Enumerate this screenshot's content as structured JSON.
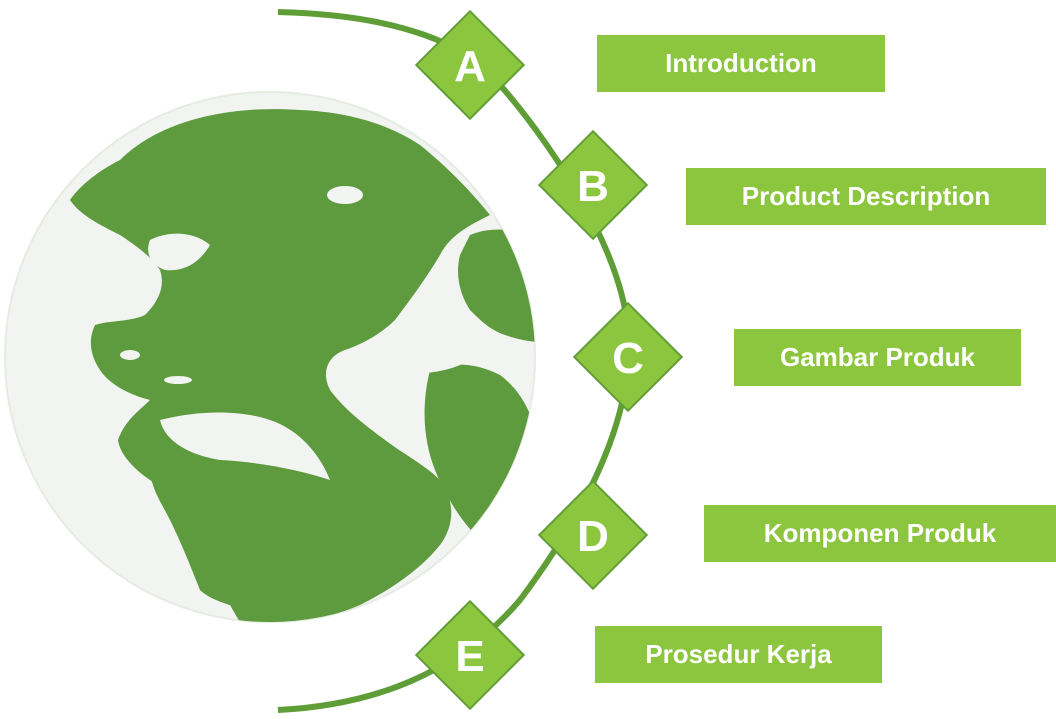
{
  "diagram": {
    "accent_color": "#8cc63f",
    "accent_dark": "#5f9e36",
    "globe_land_color": "#5e9a3e",
    "globe_water_color": "#f2f4f1",
    "globe_icon": "earth-globe-americas-icon",
    "items": [
      {
        "letter": "A",
        "label": "Introduction"
      },
      {
        "letter": "B",
        "label": "Product Description"
      },
      {
        "letter": "C",
        "label": "Gambar Produk"
      },
      {
        "letter": "D",
        "label": "Komponen Produk"
      },
      {
        "letter": "E",
        "label": "Prosedur Kerja"
      }
    ]
  }
}
